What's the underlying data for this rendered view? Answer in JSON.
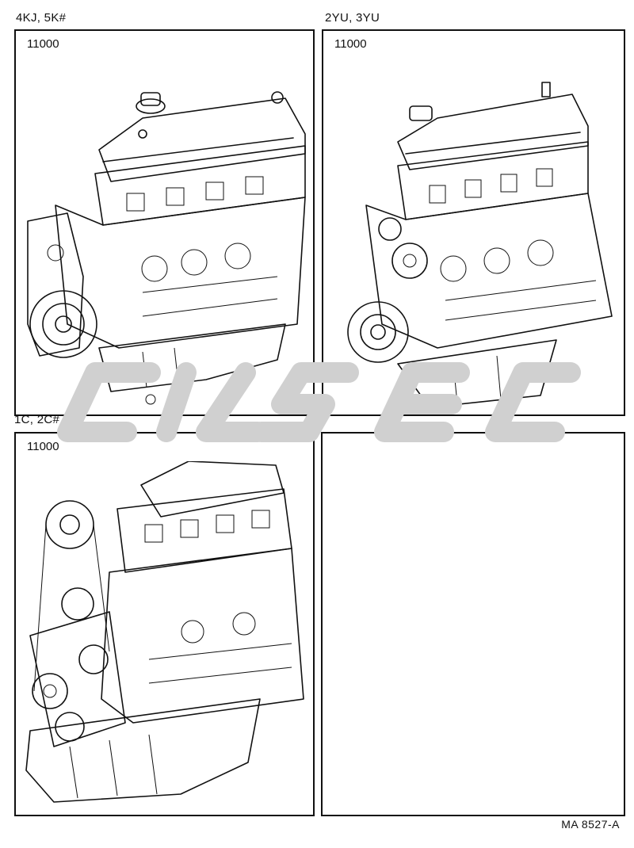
{
  "panels": [
    {
      "model": "4KJ, 5K#",
      "part_no": "11000",
      "illustration": "engine-assembly-4kj-5k"
    },
    {
      "model": "2YU, 3YU",
      "part_no": "11000",
      "illustration": "engine-assembly-2yu-3yu"
    },
    {
      "model": "1C, 2C#",
      "part_no": "11000",
      "illustration": "engine-assembly-1c-2c"
    },
    {
      "model": "",
      "part_no": "",
      "illustration": ""
    }
  ],
  "watermark": {
    "color": "#d0d0d0"
  },
  "doc_id": "MA  8527-A"
}
